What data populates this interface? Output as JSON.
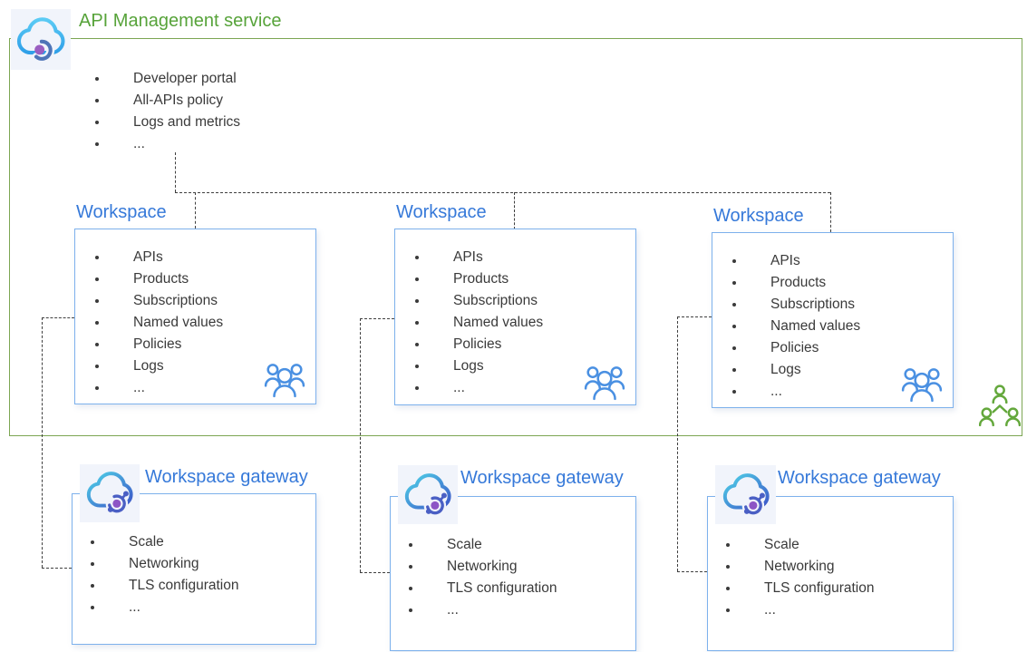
{
  "service": {
    "title": "API Management service",
    "items": [
      "Developer portal",
      "All-APIs policy",
      "Logs and metrics",
      "..."
    ]
  },
  "workspaces": [
    {
      "label": "Workspace",
      "items": [
        "APIs",
        "Products",
        "Subscriptions",
        "Named values",
        "Policies",
        "Logs",
        "..."
      ]
    },
    {
      "label": "Workspace",
      "items": [
        "APIs",
        "Products",
        "Subscriptions",
        "Named values",
        "Policies",
        "Logs",
        "..."
      ]
    },
    {
      "label": "Workspace",
      "items": [
        "APIs",
        "Products",
        "Subscriptions",
        "Named values",
        "Policies",
        "Logs",
        "..."
      ]
    }
  ],
  "gateways": [
    {
      "label": "Workspace gateway",
      "items": [
        "Scale",
        "Networking",
        "TLS configuration",
        "..."
      ]
    },
    {
      "label": "Workspace gateway",
      "items": [
        "Scale",
        "Networking",
        "TLS configuration",
        "..."
      ]
    },
    {
      "label": "Workspace gateway",
      "items": [
        "Scale",
        "Networking",
        "TLS configuration",
        "..."
      ]
    }
  ],
  "icons": {
    "apim": "api-management-cloud-icon",
    "gateway": "workspace-gateway-cloud-icon",
    "workspace_members": "people-group-icon",
    "external_collaborators": "org-people-icon"
  },
  "colors": {
    "service_border": "#7ca653",
    "service_title": "#57a33a",
    "node_border": "#7db1ec",
    "node_label": "#3679d9",
    "connector": "#3f3f3f",
    "body_text": "#3a3a3a",
    "people_blue": "#4a90e2",
    "people_green": "#64a83c",
    "icon_purple": "#9a5ec1"
  }
}
